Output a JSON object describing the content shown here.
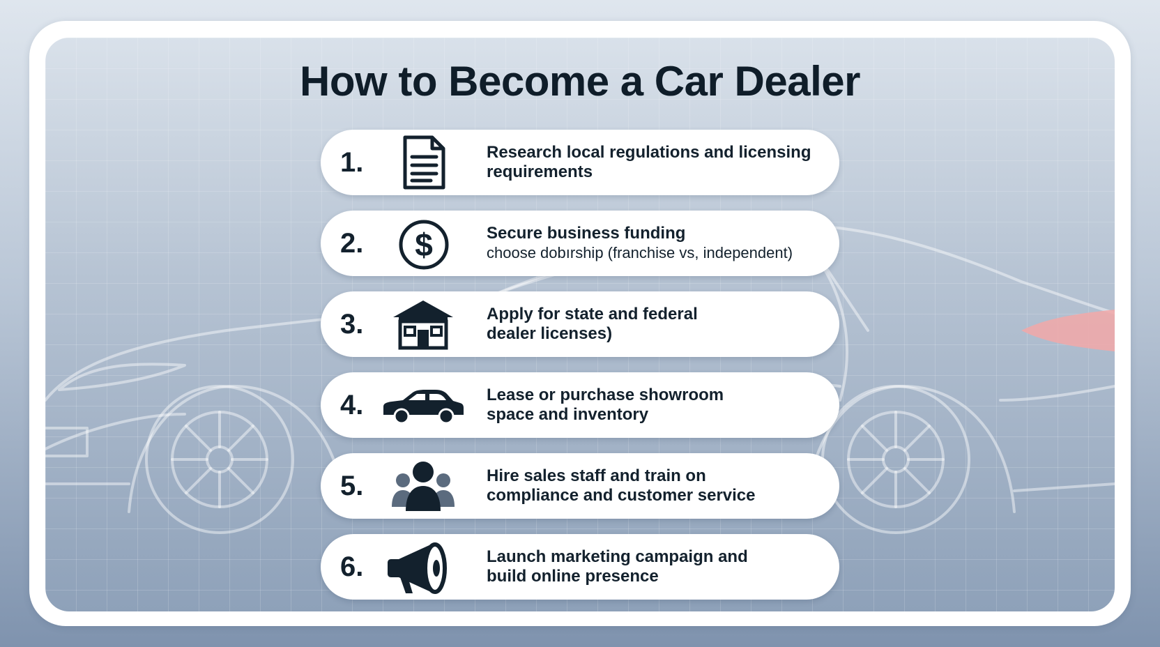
{
  "title": "How to Become a Car Dealer",
  "colors": {
    "ink": "#13212d",
    "icon_gray": "#5b6b7e",
    "accent_taillight": "#f4a7a7"
  },
  "steps": [
    {
      "number": "1.",
      "icon": "document-icon",
      "line1": "Research local regulations and licensing",
      "line2": "requirements"
    },
    {
      "number": "2.",
      "icon": "dollar-icon",
      "line1": "Secure business funding",
      "line2": "choose dobırship (franchise vs, independent)"
    },
    {
      "number": "3.",
      "icon": "building-icon",
      "line1": "Apply for state and federal",
      "line2": "dealer licenses)"
    },
    {
      "number": "4.",
      "icon": "car-icon",
      "line1": "Lease or purchase showroom",
      "line2": "space and inventory"
    },
    {
      "number": "5.",
      "icon": "people-icon",
      "line1": "Hire sales staff and train on",
      "line2": "compliance and customer service"
    },
    {
      "number": "6.",
      "icon": "megaphone-icon",
      "line1": "Launch marketing campaign and",
      "line2": "build online presence"
    }
  ]
}
